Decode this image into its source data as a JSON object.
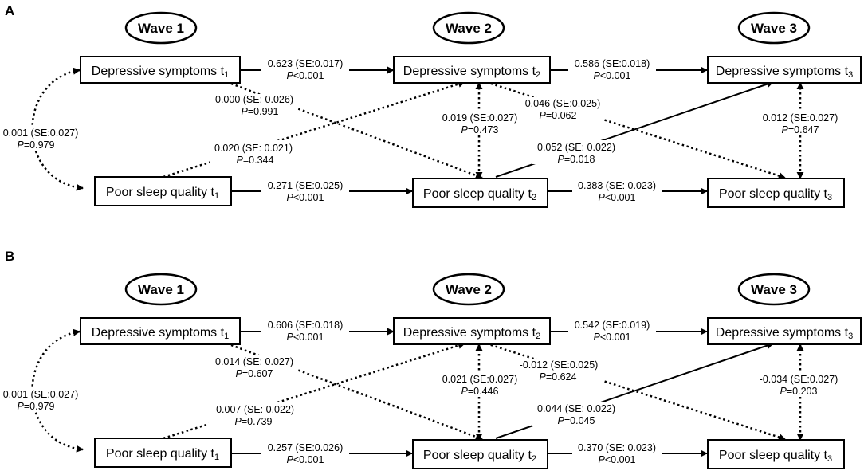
{
  "panels": [
    {
      "label": "A",
      "waves": [
        "Wave 1",
        "Wave 2",
        "Wave 3"
      ],
      "nodes": {
        "dep1": {
          "text": "Depressive symptoms t",
          "sub": "1"
        },
        "dep2": {
          "text": "Depressive symptoms t",
          "sub": "2"
        },
        "dep3": {
          "text": "Depressive symptoms t",
          "sub": "3"
        },
        "sleep1": {
          "text": "Poor sleep quality t",
          "sub": "1"
        },
        "sleep2": {
          "text": "Poor sleep quality t",
          "sub": "2"
        },
        "sleep3": {
          "text": "Poor sleep quality t",
          "sub": "3"
        }
      },
      "paths": {
        "dep1_dep2": {
          "coef": "0.623 (SE:0.017)",
          "p_op": "<0.001"
        },
        "dep2_dep3": {
          "coef": "0.586 (SE:0.018)",
          "p_op": "<0.001"
        },
        "sleep1_sleep2": {
          "coef": "0.271 (SE:0.025)",
          "p_op": "<0.001"
        },
        "sleep2_sleep3": {
          "coef": "0.383 (SE: 0.023)",
          "p_op": "<0.001"
        },
        "dep1_sleep2": {
          "coef": "0.000 (SE: 0.026)",
          "p_op": "=0.991"
        },
        "sleep1_dep2": {
          "coef": "0.020 (SE: 0.021)",
          "p_op": "=0.344"
        },
        "dep2_sleep3": {
          "coef": "0.046 (SE:0.025)",
          "p_op": "=0.062"
        },
        "sleep2_dep3": {
          "coef": "0.052 (SE: 0.022)",
          "p_op": "=0.018"
        },
        "cov1": {
          "coef": "0.001 (SE:0.027)",
          "p_op": "=0.979"
        },
        "cov2": {
          "coef": "0.019 (SE:0.027)",
          "p_op": "=0.473"
        },
        "cov3": {
          "coef": "0.012 (SE:0.027)",
          "p_op": "=0.647"
        }
      }
    },
    {
      "label": "B",
      "waves": [
        "Wave 1",
        "Wave 2",
        "Wave 3"
      ],
      "nodes": {
        "dep1": {
          "text": "Depressive symptoms t",
          "sub": "1"
        },
        "dep2": {
          "text": "Depressive symptoms t",
          "sub": "2"
        },
        "dep3": {
          "text": "Depressive symptoms t",
          "sub": "3"
        },
        "sleep1": {
          "text": "Poor sleep quality t",
          "sub": "1"
        },
        "sleep2": {
          "text": "Poor sleep quality t",
          "sub": "2"
        },
        "sleep3": {
          "text": "Poor sleep quality t",
          "sub": "3"
        }
      },
      "paths": {
        "dep1_dep2": {
          "coef": "0.606 (SE:0.018)",
          "p_op": "<0.001"
        },
        "dep2_dep3": {
          "coef": "0.542 (SE:0.019)",
          "p_op": "<0.001"
        },
        "sleep1_sleep2": {
          "coef": "0.257 (SE:0.026)",
          "p_op": "<0.001"
        },
        "sleep2_sleep3": {
          "coef": "0.370 (SE: 0.023)",
          "p_op": "<0.001"
        },
        "dep1_sleep2": {
          "coef": "0.014 (SE: 0.027)",
          "p_op": "=0.607"
        },
        "sleep1_dep2": {
          "coef": "-0.007 (SE: 0.022)",
          "p_op": "=0.739"
        },
        "dep2_sleep3": {
          "coef": "-0.012 (SE:0.025)",
          "p_op": "=0.624"
        },
        "sleep2_dep3": {
          "coef": "0.044 (SE: 0.022)",
          "p_op": "=0.045"
        },
        "cov1": {
          "coef": "0.001 (SE:0.027)",
          "p_op": "=0.979"
        },
        "cov2": {
          "coef": "0.021 (SE:0.027)",
          "p_op": "=0.446"
        },
        "cov3": {
          "coef": "-0.034 (SE:0.027)",
          "p_op": "=0.203"
        }
      }
    }
  ],
  "p_symbol": "P"
}
